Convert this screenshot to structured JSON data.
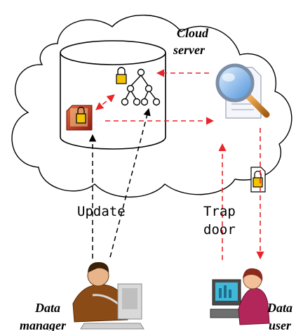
{
  "labels": {
    "cloud_server_line1": "Cloud",
    "cloud_server_line2": "server",
    "update": "Update",
    "trapdoor_line1": "Trap",
    "trapdoor_line2": "door",
    "data_manager_line1": "Data",
    "data_manager_line2": "manager",
    "data_user_line1": "Data",
    "data_user_line2": "user"
  },
  "colors": {
    "request_arrow": "#e8262a",
    "update_arrow": "#000000",
    "lock_fill": "#f5c400",
    "folder_fill": "#c0392b",
    "magnifier_lens": "#4a90d9"
  },
  "icons": {
    "cloud": "cloud-icon",
    "database": "database-cylinder-icon",
    "index_tree": "index-tree-icon",
    "encrypted_folder": "encrypted-folder-icon",
    "search": "search-document-icon",
    "encrypted_result": "encrypted-file-icon",
    "manager": "data-manager-person-icon",
    "user": "data-user-person-icon"
  }
}
